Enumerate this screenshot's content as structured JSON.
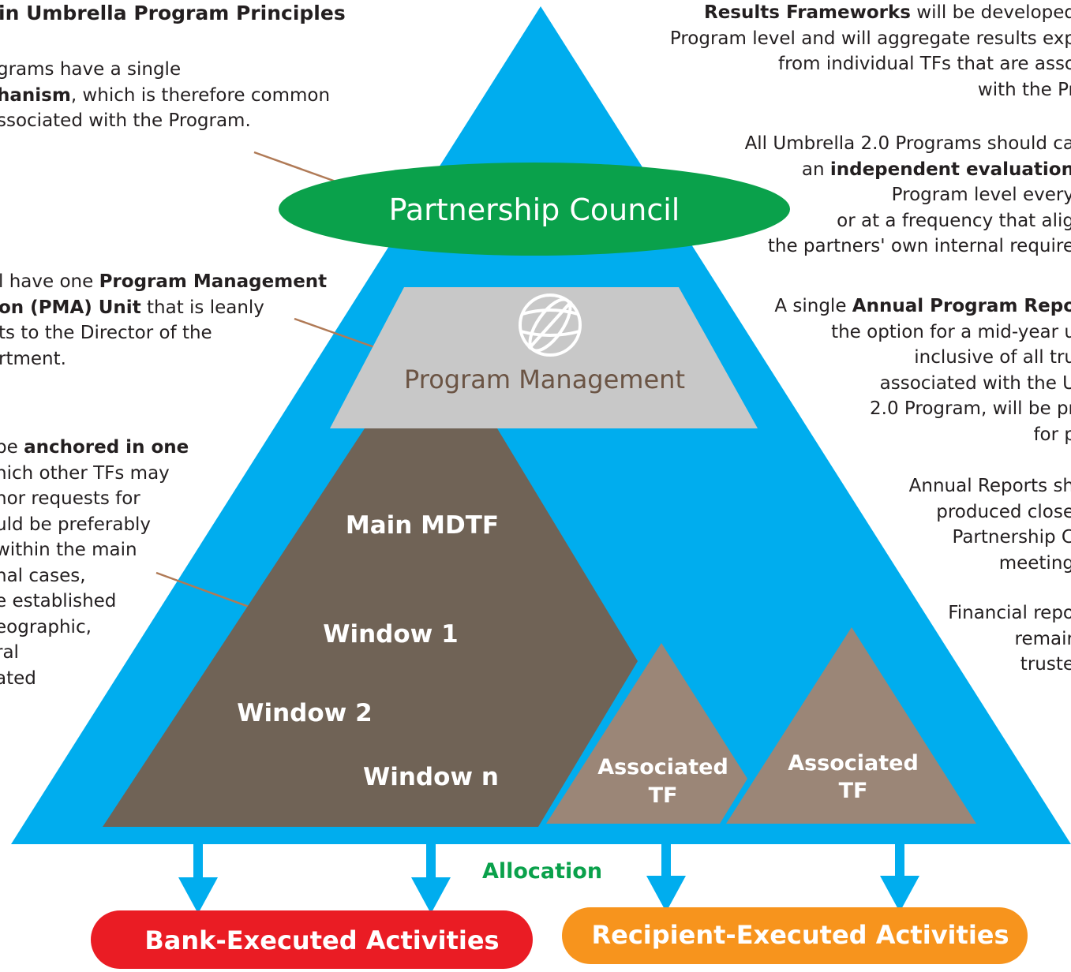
{
  "left_panel": {
    "heading": "in Umbrella Program Principles",
    "block1": {
      "line1": "grams have a single",
      "line2_bold": "hanism",
      "line2_rest": ", which is therefore common",
      "line3": "ssociated with the Program."
    },
    "block2": {
      "line1_pre": "l have one ",
      "line1_bold": "Program Management",
      "line2_bold": "on (PMA) Unit",
      "line2_rest": " that is leanly",
      "line3": "ts to the Director of the",
      "line4": "rtment."
    },
    "block3": {
      "line1_pre": "be ",
      "line1_bold": "anchored in one",
      "line2": "hich other TFs may",
      "line3": "nor requests for",
      "line4": "uld be preferably",
      "line5": "within the main",
      "line6": "nal cases,",
      "line7": "e established",
      "line8": "eographic,",
      "line9": "ral",
      "line10": "ated",
      "line11": "."
    }
  },
  "right_panel": {
    "block1": {
      "line1_bold": "Results Frameworks",
      "line1_rest": " will be developed",
      "line2": "Program level and will aggregate results exp",
      "line3": "from individual TFs that are asso",
      "line4": "with the Pr"
    },
    "block2": {
      "line1": "All Umbrella 2.0 Programs should ca",
      "line2_pre": "an ",
      "line2_bold": "independent evaluation",
      "line3": "Program level every",
      "line4": "or at a frequency that alig",
      "line5": "the partners' own internal require"
    },
    "block3": {
      "line1_pre": "A single ",
      "line1_bold": "Annual Program Repo",
      "line2": "the option for a mid-year u",
      "line3": "inclusive of all tru",
      "line4": "associated with the U",
      "line5": "2.0 Program, will be pr",
      "line6": "for p"
    },
    "block4": {
      "line1": "Annual Reports sh",
      "line2": "produced close",
      "line3": "Partnership C",
      "line4": "meeting"
    },
    "block5": {
      "line1": "Financial repo",
      "line2": "remair",
      "line3": "truste"
    }
  },
  "pyramid": {
    "partnership_council": "Partnership Council",
    "program_management": "Program Management",
    "main_mdtf": "Main MDTF",
    "windows": [
      "Window 1",
      "Window 2",
      "Window n"
    ],
    "associated_tf_1": {
      "line1": "Associated",
      "line2": "TF"
    },
    "associated_tf_2": {
      "line1": "Associated",
      "line2": "TF"
    },
    "globe_icon": "globe-icon"
  },
  "allocation_label": "Allocation",
  "outcomes": {
    "bank_executed": "Bank-Executed Activities",
    "recipient_executed": "Recipient-Executed Activities"
  },
  "colors": {
    "pyramid_blue": "#00adee",
    "council_green": "#0aa14b",
    "program_mgmt_gray": "#c8c8c8",
    "program_mgmt_text": "#6b5444",
    "mdtf_brown": "#706356",
    "associated_tf_brown": "#9b8677",
    "allocation_green": "#0aa14b",
    "bank_red": "#ea1c24",
    "recipient_orange": "#f7941d",
    "connector_line": "#b07a56",
    "text_dark": "#231f20"
  }
}
